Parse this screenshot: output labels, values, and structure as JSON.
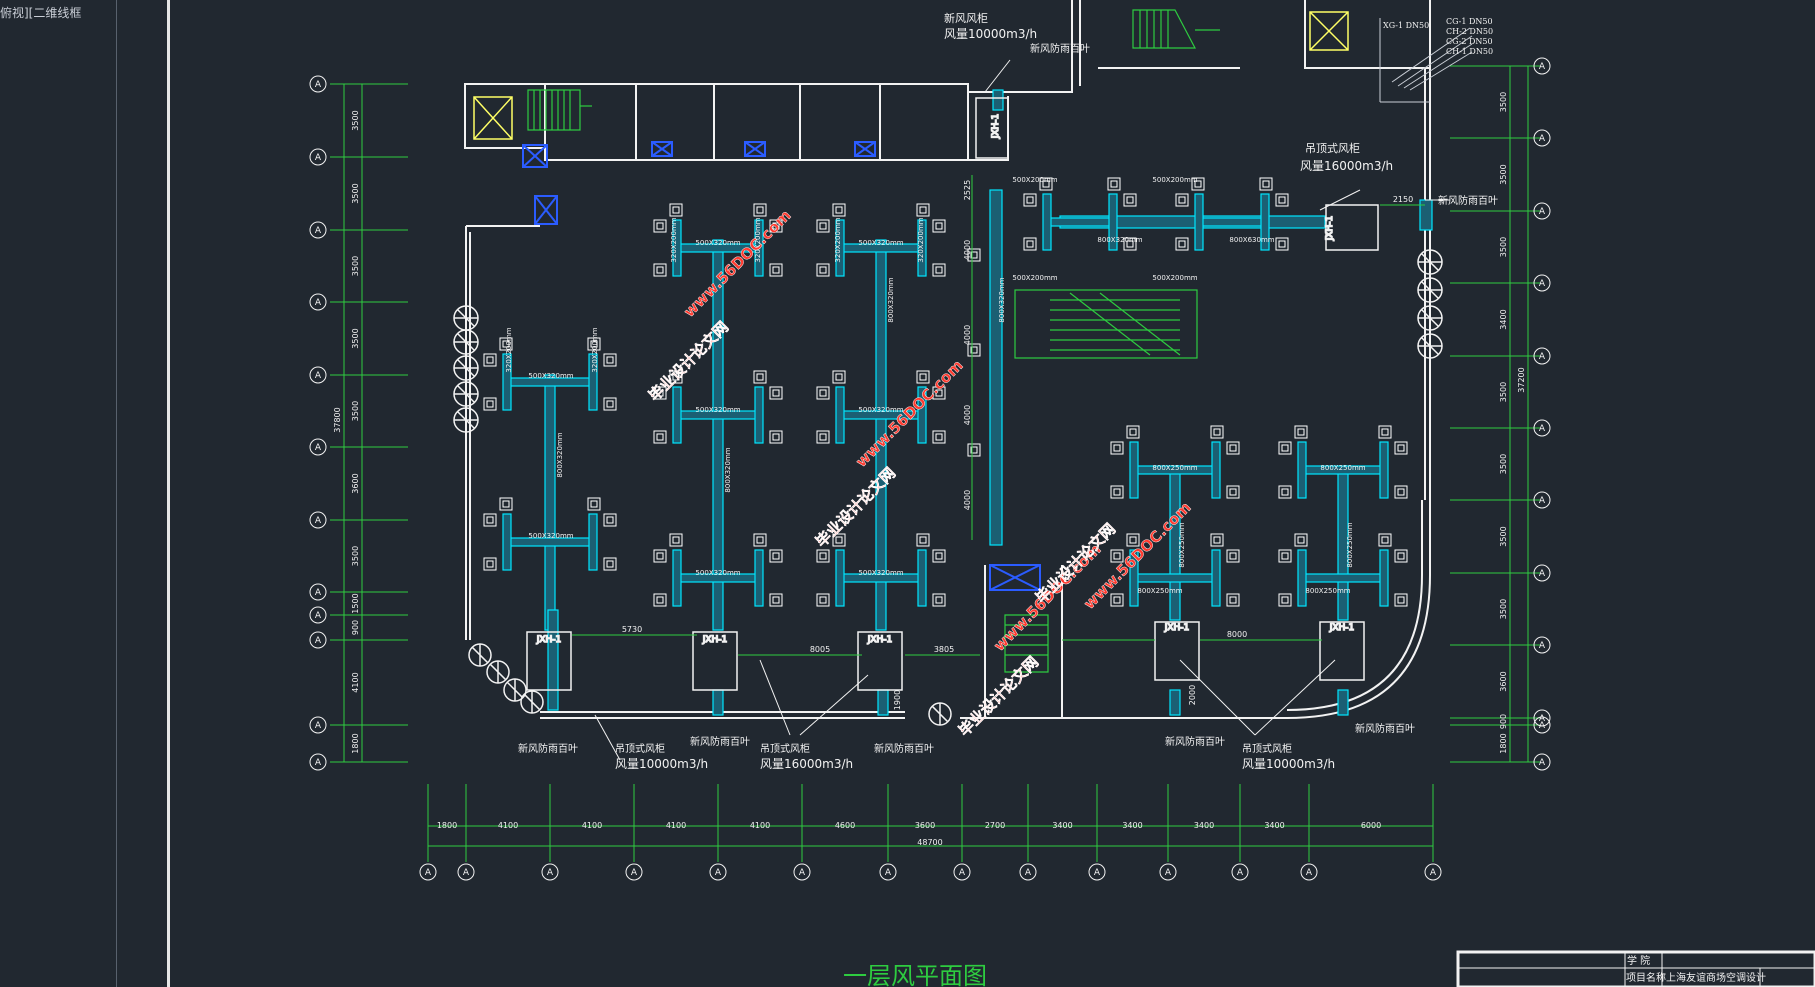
{
  "viewport": {
    "label": "俯视][二维线框"
  },
  "drawing": {
    "title": "一层风平面图",
    "colors": {
      "background": "#212830",
      "wall": "#f2f2f2",
      "grid": "#2ecc40",
      "duct": "#00e5ff",
      "duct_fill": "#1b5f73",
      "diffuser": "#ffffff",
      "text": "#f2f2f2",
      "label_yellow": "#ffff66",
      "damper_blue": "#2b5cff",
      "watermark": "#ff3b30"
    },
    "left_axis": {
      "bubble": "A",
      "spans": [
        "3500",
        "3500",
        "3500",
        "3500",
        "3500",
        "3600",
        "3500",
        "1500",
        "900",
        "4100",
        "1800"
      ],
      "total": "37800"
    },
    "right_axis": {
      "bubble": "A",
      "spans": [
        "3500",
        "3500",
        "3500",
        "3400",
        "3500",
        "3500",
        "3500",
        "3500",
        "3600",
        "900",
        "1800"
      ],
      "total": "37200"
    },
    "bottom_axis": {
      "bubble": "A",
      "spans": [
        "1800",
        "4100",
        "4100",
        "4100",
        "4100",
        "4600",
        "3600",
        "2700",
        "3400",
        "3400",
        "3400",
        "3400",
        "6000"
      ],
      "total": "48700"
    },
    "units": {
      "unit_tl": {
        "name": "新风风柜",
        "airflow": "风量10000m3/h",
        "louver": "新风防雨百叶"
      },
      "unit_r": {
        "name": "吊顶式风柜",
        "airflow": "风量16000m3/h",
        "louver": "新风防雨百叶"
      },
      "unit_b1": {
        "name": "吊顶式风柜",
        "airflow": "风量10000m3/h",
        "louver": "新风防雨百叶"
      },
      "unit_b2": {
        "name": "吊顶式风柜",
        "airflow": "风量16000m3/h",
        "louver1": "新风防雨百叶",
        "louver2": "新风防雨百叶"
      },
      "unit_b3": {
        "name": "吊顶式风柜",
        "airflow": "风量10000m3/h",
        "louver1": "新风防雨百叶",
        "louver2": "新风防雨百叶"
      }
    },
    "tags": [
      "JXH-1",
      "JXH-1",
      "JXH-1",
      "JXH-1",
      "JXH-1",
      "JXH-1",
      "JXH-1"
    ],
    "dimensions": {
      "d5730": "5730",
      "d8005": "8005",
      "d3805": "3805",
      "d8000": "8000",
      "d2000": "2000",
      "d2150": "2150",
      "d1900": "1900",
      "v2525": "2525",
      "v4000a": "4000",
      "v4000b": "4000",
      "v4000c": "4000",
      "v4000d": "4000"
    },
    "duct_sizes": {
      "s500x320": "500X320mm",
      "s320x200": "320X200mm",
      "s800x320": "800X320mm",
      "s800x630": "800X630mm",
      "s500x200": "500X200mm",
      "s800x250": "800X250mm"
    },
    "pipe_legend": [
      "CG-1  DN50",
      "CH-2  DN50",
      "CG-2  DN50",
      "CH-1  DN50"
    ],
    "pipe_tag": "XG-1  DN50",
    "watermarks": [
      "毕业设计论文网",
      "www.56DOC.com",
      "毕业设计论文网",
      "www.56DOC.com",
      "毕业设计论文网",
      "www.56DOC.com",
      "毕业设计论文网",
      "www.56DOC.com"
    ],
    "title_block": {
      "row1_label": "学  院",
      "row2_label": "项目名称",
      "row2_value": "上海友谊商场空调设计"
    }
  }
}
